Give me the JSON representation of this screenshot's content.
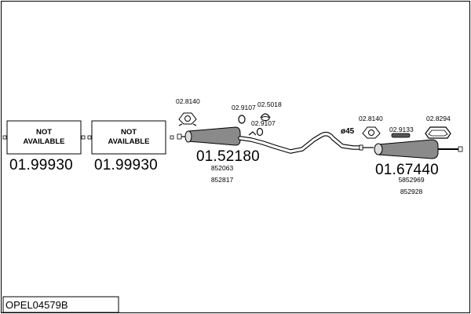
{
  "diagram": {
    "reference_code": "OPEL04579B",
    "parts": [
      {
        "label": "NOT AVAILABLE",
        "line1": "NOT",
        "line2": "AVAILABLE",
        "code": "01.99930"
      },
      {
        "label": "NOT AVAILABLE",
        "line1": "NOT",
        "line2": "AVAILABLE",
        "code": "01.99930"
      },
      {
        "code": "01.52180",
        "oem": [
          "852063",
          "852817"
        ]
      },
      {
        "code": "01.67440",
        "oem": [
          "5852969",
          "852928"
        ]
      }
    ],
    "accessories": [
      {
        "code": "02.8140"
      },
      {
        "code": "02.9107"
      },
      {
        "code": "02.5018"
      },
      {
        "code": "02.9107"
      },
      {
        "code": "02.8140"
      },
      {
        "code": "02.9133"
      },
      {
        "code": "02.8294"
      }
    ],
    "diameter_label": "ø45"
  }
}
